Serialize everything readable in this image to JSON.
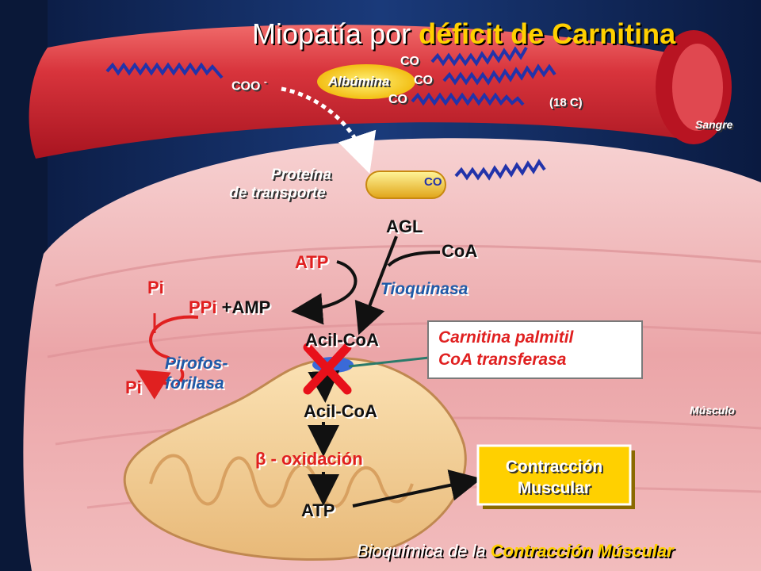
{
  "title": {
    "part1": "Miopatía por ",
    "part2": "déficit de Carnitina"
  },
  "blood": {
    "coo_label": "COO",
    "coo_charge": "-",
    "albumin_label": "Albúmina",
    "co_labels": [
      "CO",
      "CO",
      "CO"
    ],
    "carbon_note": "(18 C)",
    "region_label": "Sangre"
  },
  "muscle": {
    "transport_protein": [
      "Proteína",
      "de transporte"
    ],
    "transport_co": "CO",
    "region_label": "Músculo"
  },
  "pathway": {
    "agl": "AGL",
    "coa": "CoA",
    "atp_in": "ATP",
    "enzyme_thiokinase": "Tioquinasa",
    "ppi": "PPi",
    "amp": "+AMP",
    "pi_top": "Pi",
    "pi_bottom": "Pi",
    "pyrophosphorylase": [
      "Pirofos-",
      "forilasa"
    ],
    "acyl_coa_outside": "Acil-CoA",
    "acyl_coa_inside": "Acil-CoA",
    "beta_symbol": "β",
    "beta_oxidation": " - oxidación",
    "atp_out": "ATP"
  },
  "enzyme_box": {
    "lines": [
      "Carnitina palmitil",
      "CoA transferasa"
    ]
  },
  "contraction_box": {
    "lines": [
      "Contracción",
      "Muscular"
    ]
  },
  "footer": {
    "part1": "Bioquímica de la ",
    "part2": "Contracción Múscular"
  },
  "colors": {
    "background": "#0d1f4a",
    "blood_vessel": "#d8343c",
    "muscle": "#f0b6b8",
    "mitochondria": "#f5d49a",
    "title_highlight": "#ffd000",
    "enzyme_red": "#e02020",
    "enzyme_blue": "#1e5aa8",
    "block_x": "#e8101a"
  }
}
